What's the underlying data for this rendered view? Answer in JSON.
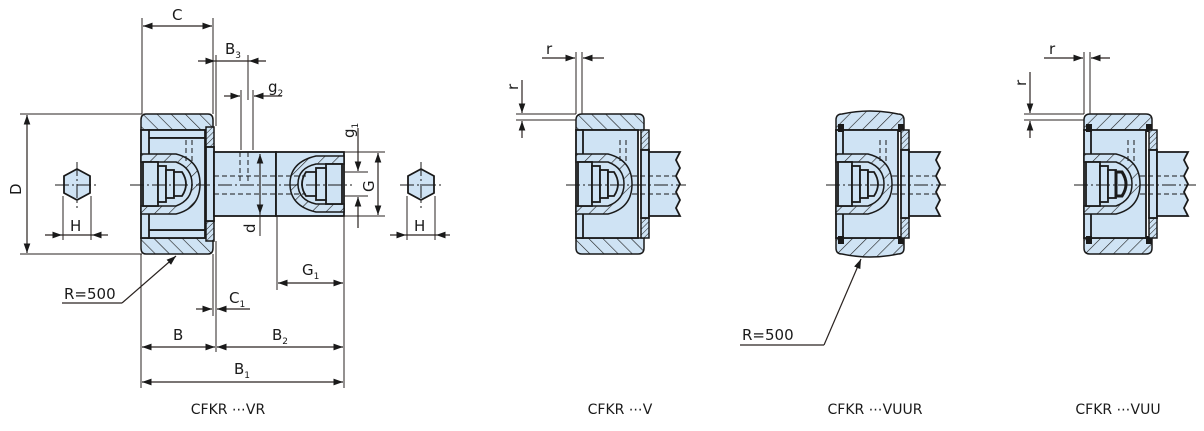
{
  "figure": {
    "colors": {
      "part_fill": "#cfe3f4",
      "line": "#1a1a1a",
      "background": "#ffffff"
    },
    "views": [
      {
        "id": "cfkr-vr",
        "caption": "CFKR ⋯VR",
        "dimensions": {
          "C": "C",
          "B3": "B",
          "B3_sub": "3",
          "g2": "g",
          "g2_sub": "2",
          "g1": "g",
          "g1_sub": "1",
          "D": "D",
          "d": "d",
          "G": "G",
          "H_left": "H",
          "H_right": "H",
          "G1": "G",
          "G1_sub": "1",
          "C1": "C",
          "C1_sub": "1",
          "B": "B",
          "B2": "B",
          "B2_sub": "2",
          "B1": "B",
          "B1_sub": "1"
        },
        "radius_note": "R=500"
      },
      {
        "id": "cfkr-v",
        "caption": "CFKR ⋯V",
        "dimensions": {
          "r_horizontal": "r",
          "r_vertical": "r"
        }
      },
      {
        "id": "cfkr-vuur",
        "caption": "CFKR ⋯VUUR",
        "radius_note": "R=500"
      },
      {
        "id": "cfkr-vuu",
        "caption": "CFKR ⋯VUU",
        "dimensions": {
          "r_horizontal": "r",
          "r_vertical": "r"
        }
      }
    ]
  }
}
